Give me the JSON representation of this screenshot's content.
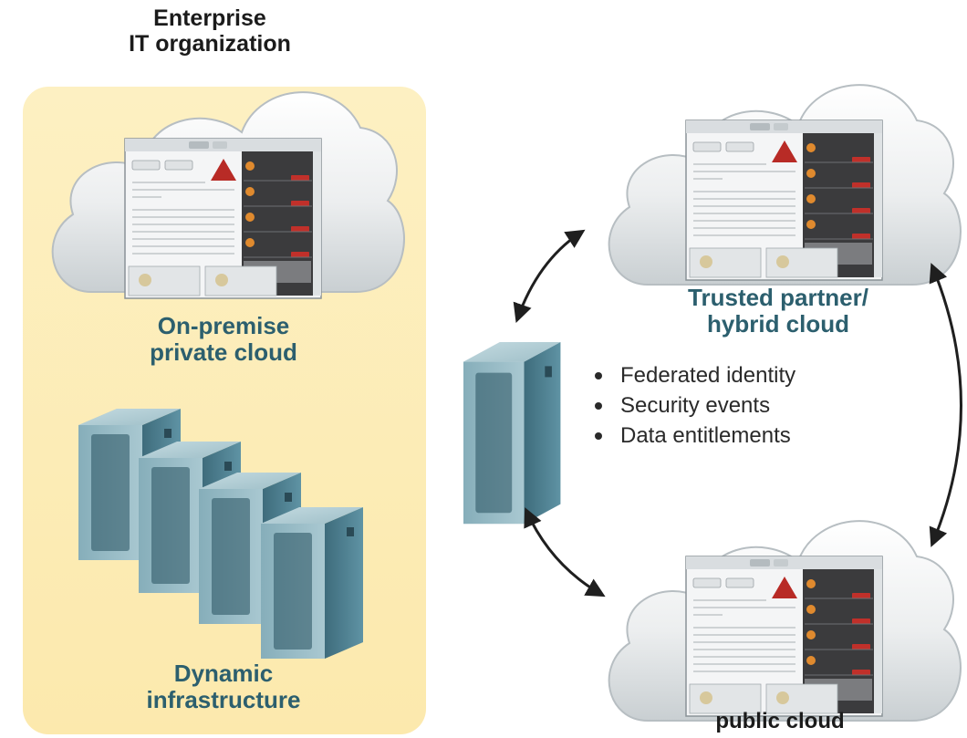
{
  "enterprise": {
    "title_line1": "Enterprise",
    "title_line2": "IT organization",
    "private_cloud_line1": "On-premise",
    "private_cloud_line2": "private cloud",
    "infrastructure_line1": "Dynamic",
    "infrastructure_line2": "infrastructure"
  },
  "partner_cloud": {
    "label_line1": "Trusted partner/",
    "label_line2": "hybrid cloud"
  },
  "public_cloud": {
    "label": "public cloud"
  },
  "gateway": {
    "services": [
      "Federated identity",
      "Security events",
      "Data entitlements"
    ]
  },
  "colors": {
    "enterprise_panel": "#fdeeb8",
    "label_accent": "#2c5f6e",
    "server_teal": "#4d7d8e",
    "cloud": "#eceeee"
  },
  "icons": [
    "cloud-icon",
    "server-icon",
    "dashboard-screenshot",
    "bidirectional-arrow-icon"
  ]
}
